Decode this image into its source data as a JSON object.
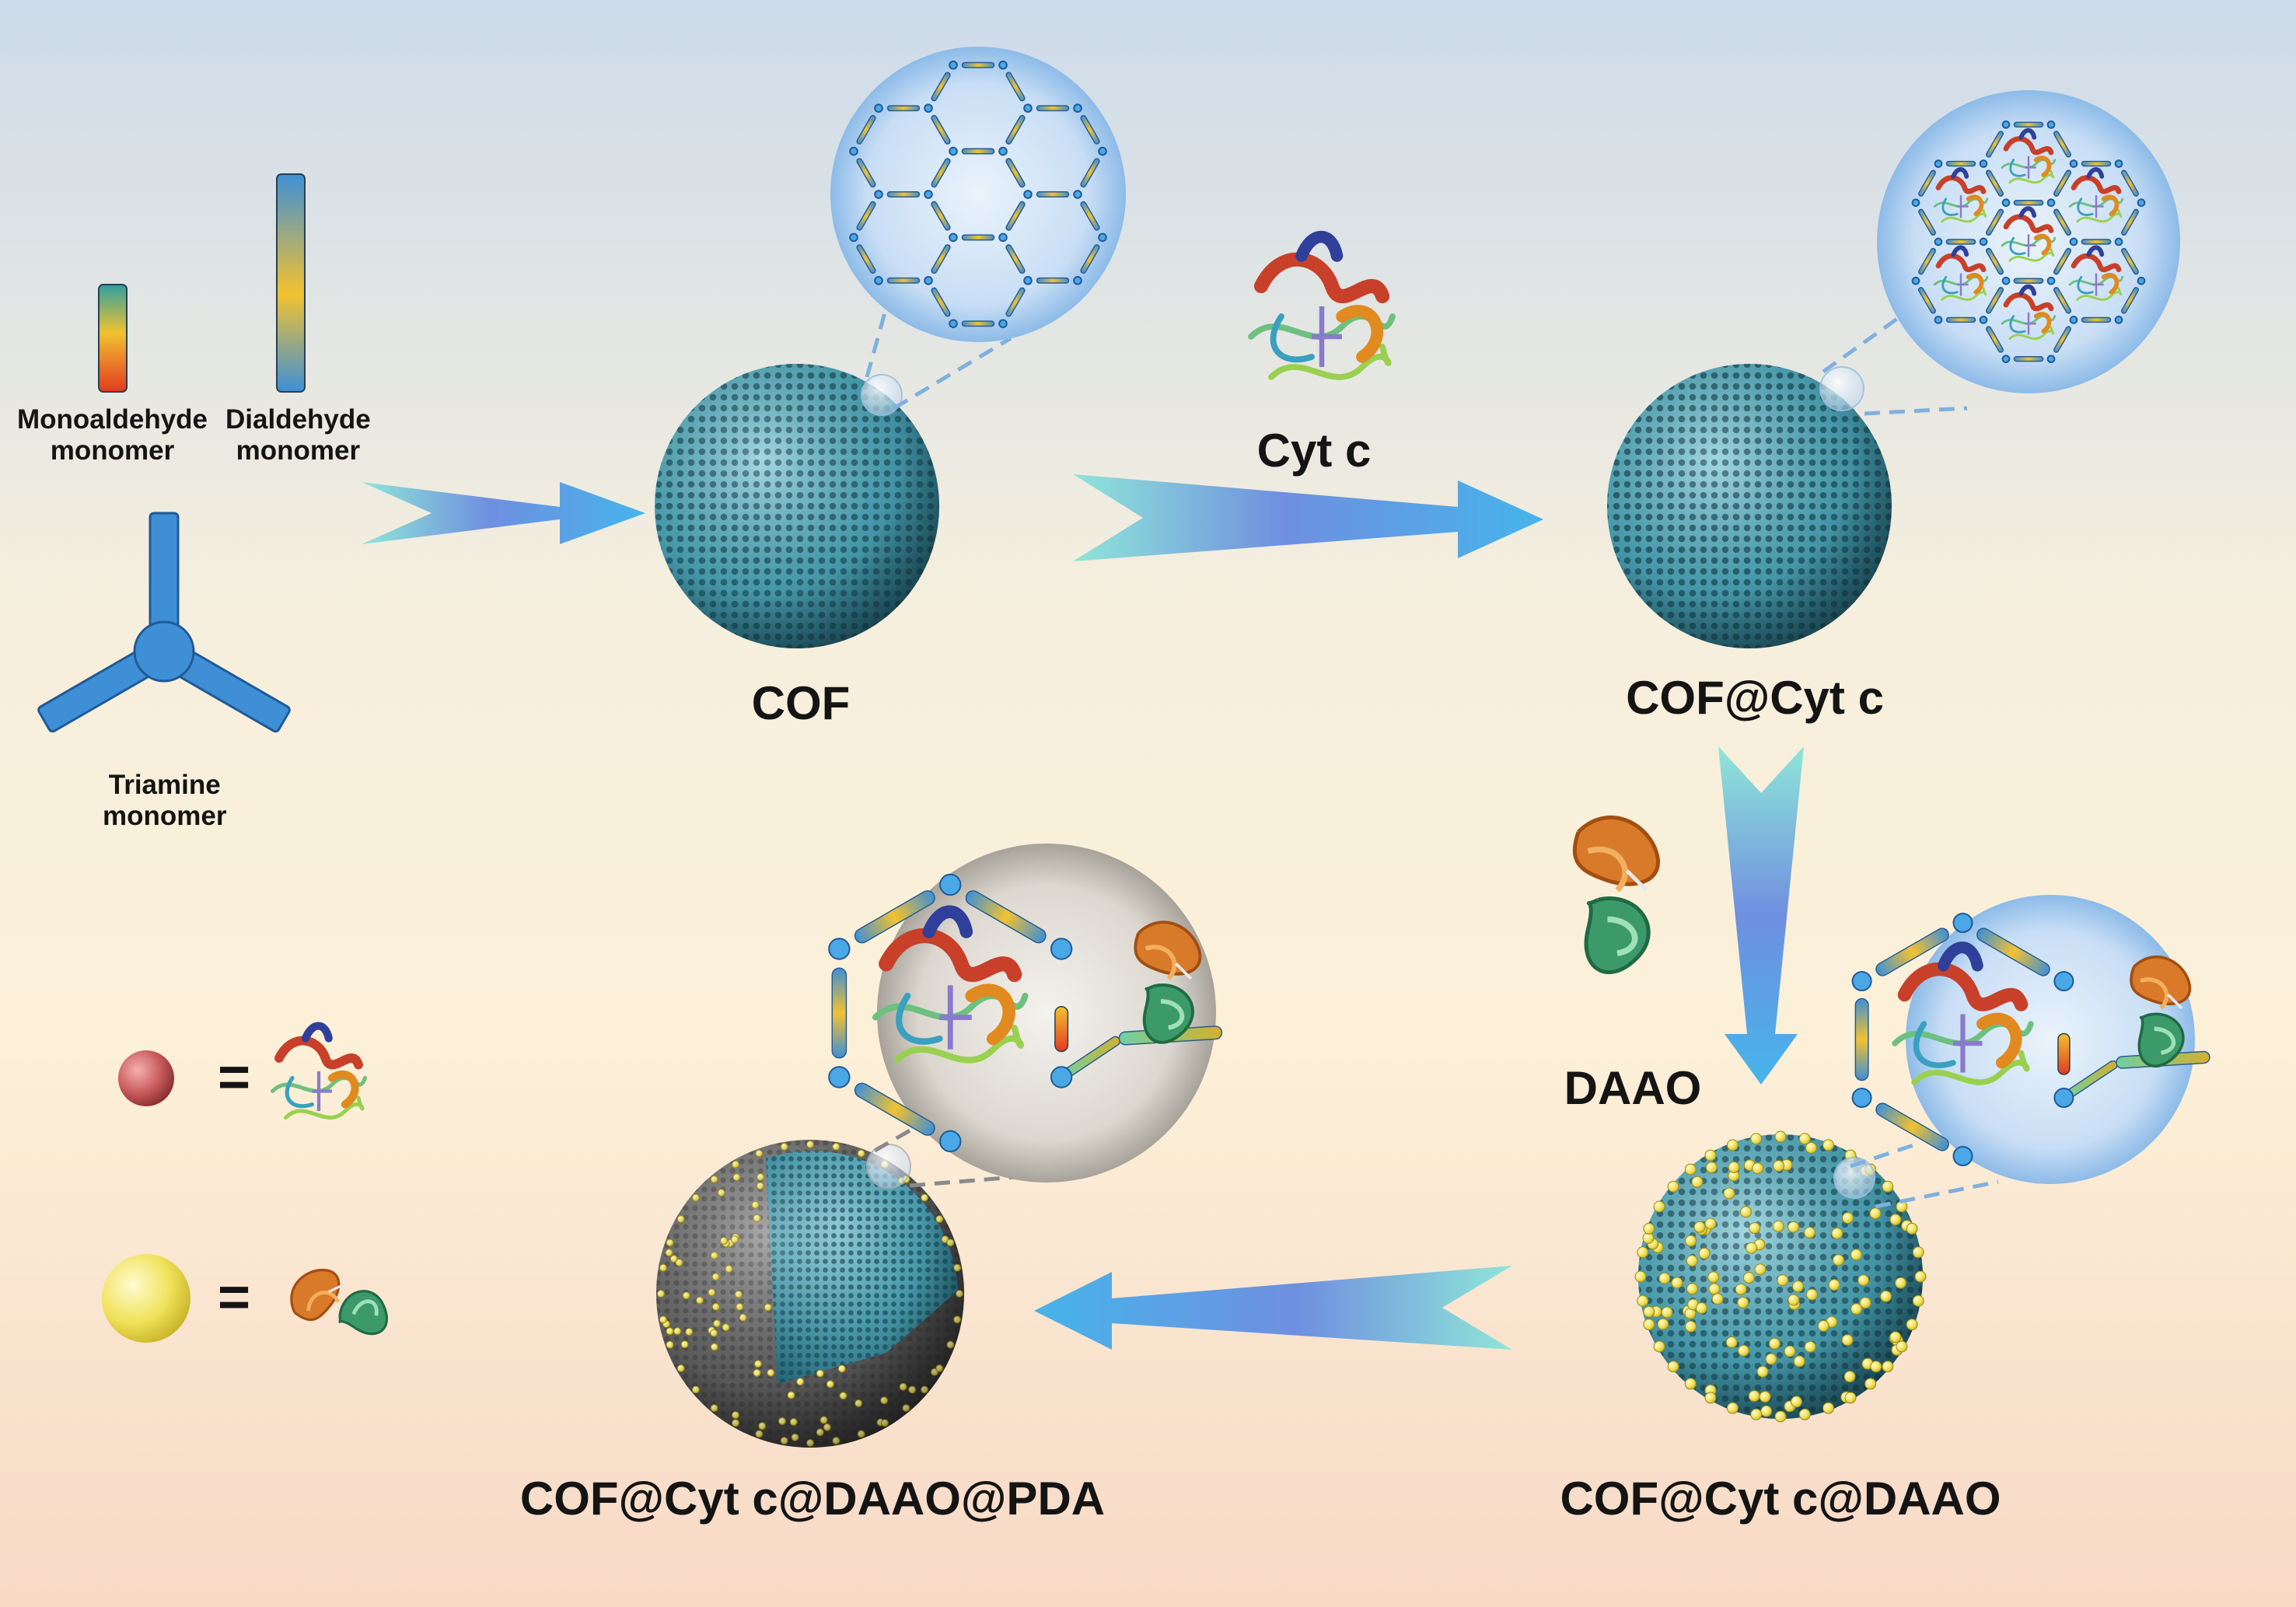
{
  "labels": {
    "monoaldehyde": "Monoaldehyde\nmonomer",
    "dialdehyde": "Dialdehyde\nmonomer",
    "triamine": "Triamine\nmonomer",
    "cof": "COF",
    "cytc": "Cyt c",
    "cof_cytc": "COF@Cyt c",
    "daao": "DAAO",
    "cof_cytc_daao": "COF@Cyt c@DAAO",
    "cof_cytc_daao_pda": "COF@Cyt c@DAAO@PDA",
    "equals": "="
  },
  "colors": {
    "background_top": "#cfdcea",
    "background_mid": "#fbf1dc",
    "background_bottom": "#f7dcc8",
    "cof_teal": "#4a9dae",
    "linker_blue": "#3f8fd6",
    "aldehyde_yellow": "#f2c230",
    "aldehyde_red": "#e23a20",
    "cytc_sphere": "#c85a5a",
    "daao_sphere": "#f0e25a",
    "pda_shell": "#555555"
  },
  "icons": [
    "arrow-right-icon",
    "arrow-down-icon",
    "arrow-left-icon",
    "cytc-protein-icon",
    "daao-protein-icon"
  ]
}
